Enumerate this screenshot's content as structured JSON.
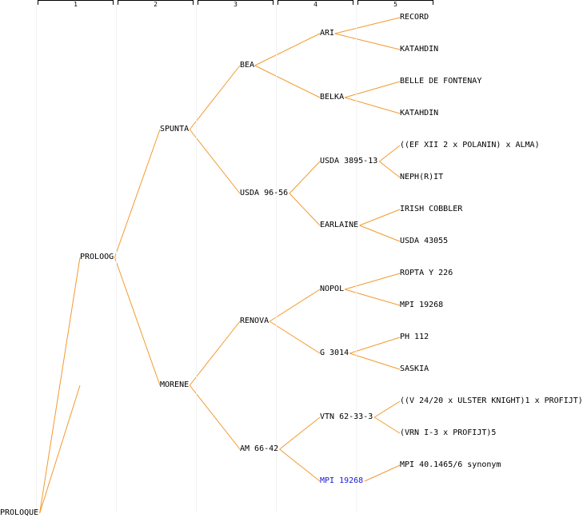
{
  "generations": [
    "1",
    "2",
    "3",
    "4",
    "5"
  ],
  "colors": {
    "edge": "#f29a2e",
    "link": "#1a1ad6",
    "text": "#000000",
    "guide": "#f2f2f2"
  },
  "nodes": [
    {
      "id": "n0",
      "label": "PROLOQUE",
      "gen": 0,
      "row": 15
    },
    {
      "id": "n1",
      "label": "PROLOOG",
      "gen": 1,
      "row": 7
    },
    {
      "id": "n2",
      "label": "SPUNTA",
      "gen": 2,
      "row": 3
    },
    {
      "id": "n3",
      "label": "MORENE",
      "gen": 2,
      "row": 11
    },
    {
      "id": "n4",
      "label": "BEA",
      "gen": 3,
      "row": 1
    },
    {
      "id": "n5",
      "label": "USDA 96-56",
      "gen": 3,
      "row": 5
    },
    {
      "id": "n6",
      "label": "RENOVA",
      "gen": 3,
      "row": 9
    },
    {
      "id": "n7",
      "label": "AM 66-42",
      "gen": 3,
      "row": 13
    },
    {
      "id": "n8",
      "label": "ARI",
      "gen": 4,
      "row": 0
    },
    {
      "id": "n9",
      "label": "BELKA",
      "gen": 4,
      "row": 2
    },
    {
      "id": "n10",
      "label": "USDA 3895-13",
      "gen": 4,
      "row": 4
    },
    {
      "id": "n11",
      "label": "EARLAINE",
      "gen": 4,
      "row": 6
    },
    {
      "id": "n12",
      "label": "NOPOL",
      "gen": 4,
      "row": 8
    },
    {
      "id": "n13",
      "label": "G 3014",
      "gen": 4,
      "row": 10
    },
    {
      "id": "n14",
      "label": "VTN 62-33-3",
      "gen": 4,
      "row": 12
    },
    {
      "id": "n15",
      "label": "MPI 19268",
      "gen": 4,
      "row": 14,
      "link": true
    },
    {
      "id": "n16",
      "label": "RECORD",
      "gen": 5,
      "row": -0.5
    },
    {
      "id": "n17",
      "label": "KATAHDIN",
      "gen": 5,
      "row": 0.5
    },
    {
      "id": "n18",
      "label": "BELLE DE FONTENAY",
      "gen": 5,
      "row": 1.5
    },
    {
      "id": "n19",
      "label": "KATAHDIN",
      "gen": 5,
      "row": 2.5
    },
    {
      "id": "n20",
      "label": "((EF XII 2 x POLANIN) x ALMA)",
      "gen": 5,
      "row": 3.5
    },
    {
      "id": "n21",
      "label": "NEPH(R)IT",
      "gen": 5,
      "row": 4.5
    },
    {
      "id": "n22",
      "label": "IRISH COBBLER",
      "gen": 5,
      "row": 5.5
    },
    {
      "id": "n23",
      "label": "USDA 43055",
      "gen": 5,
      "row": 6.5
    },
    {
      "id": "n24",
      "label": "ROPTA Y 226",
      "gen": 5,
      "row": 7.5
    },
    {
      "id": "n25",
      "label": "MPI 19268",
      "gen": 5,
      "row": 8.5
    },
    {
      "id": "n26",
      "label": "PH 112",
      "gen": 5,
      "row": 9.5
    },
    {
      "id": "n27",
      "label": "SASKIA",
      "gen": 5,
      "row": 10.5
    },
    {
      "id": "n28",
      "label": "((V 24/20 x ULSTER KNIGHT)1 x PROFIJT)",
      "gen": 5,
      "row": 11.5
    },
    {
      "id": "n29",
      "label": "(VRN I-3 x PROFIJT)5",
      "gen": 5,
      "row": 12.5
    },
    {
      "id": "n30",
      "label": "MPI 40.1465/6 synonym",
      "gen": 5,
      "row": 13.5
    }
  ],
  "edges": [
    [
      "n0",
      "n1"
    ],
    [
      "n0",
      null,
      23
    ],
    [
      "n1",
      "n2"
    ],
    [
      "n1",
      "n3"
    ],
    [
      "n2",
      "n4"
    ],
    [
      "n2",
      "n5"
    ],
    [
      "n3",
      "n6"
    ],
    [
      "n3",
      "n7"
    ],
    [
      "n4",
      "n8"
    ],
    [
      "n4",
      "n9"
    ],
    [
      "n5",
      "n10"
    ],
    [
      "n5",
      "n11"
    ],
    [
      "n6",
      "n12"
    ],
    [
      "n6",
      "n13"
    ],
    [
      "n7",
      "n14"
    ],
    [
      "n7",
      "n15"
    ],
    [
      "n8",
      "n16"
    ],
    [
      "n8",
      "n17"
    ],
    [
      "n9",
      "n18"
    ],
    [
      "n9",
      "n19"
    ],
    [
      "n10",
      "n20"
    ],
    [
      "n10",
      "n21"
    ],
    [
      "n11",
      "n22"
    ],
    [
      "n11",
      "n23"
    ],
    [
      "n12",
      "n24"
    ],
    [
      "n12",
      "n25"
    ],
    [
      "n13",
      "n26"
    ],
    [
      "n13",
      "n27"
    ],
    [
      "n14",
      "n28"
    ],
    [
      "n14",
      "n29"
    ],
    [
      "n15",
      "n30"
    ]
  ]
}
